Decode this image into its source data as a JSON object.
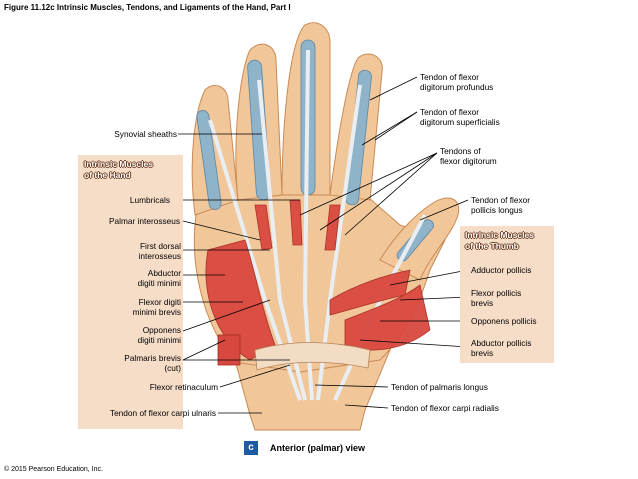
{
  "figure_title": "Figure 11.12c Intrinsic Muscles, Tendons, and Ligaments of the Hand, Part I",
  "copyright": "© 2015 Pearson Education, Inc.",
  "view_label": "Anterior (palmar) view",
  "view_icon": "c",
  "group_boxes": {
    "hand_title_1": "Intrinsic Muscles",
    "hand_title_2": "of the Hand",
    "thumb_title_1": "Intrinsic Muscles",
    "thumb_title_2": "of the Thumb"
  },
  "labels_left": {
    "synovial_sheaths": "Synovial sheaths",
    "lumbricals": "Lumbricals",
    "palmar_interosseus": "Palmar interosseus",
    "first_dorsal_1": "First dorsal",
    "first_dorsal_2": "interosseus",
    "abductor_dm_1": "Abductor",
    "abductor_dm_2": "digiti minimi",
    "flexor_dmb_1": "Flexor digiti",
    "flexor_dmb_2": "minimi brevis",
    "opponens_dm_1": "Opponens",
    "opponens_dm_2": "digiti minimi",
    "palmaris_brevis_1": "Palmaris brevis",
    "palmaris_brevis_2": "(cut)",
    "flexor_retinaculum": "Flexor retinaculum",
    "tendon_fcu": "Tendon of flexor carpi ulnaris"
  },
  "labels_right": {
    "tfdp_1": "Tendon of flexor",
    "tfdp_2": "digitorum profundus",
    "tfds_1": "Tendon of flexor",
    "tfds_2": "digitorum superficialis",
    "tfd_1": "Tendons of",
    "tfd_2": "flexor digitorum",
    "tfpl_1": "Tendon of flexor",
    "tfpl_2": "pollicis longus",
    "adductor_pollicis": "Adductor pollicis",
    "fpb_1": "Flexor pollicis",
    "fpb_2": "brevis",
    "opponens_pollicis": "Opponens pollicis",
    "apb_1": "Abductor pollicis",
    "apb_2": "brevis",
    "tendon_palmaris_longus": "Tendon of palmaris longus",
    "tendon_fcr": "Tendon of flexor carpi radialis"
  },
  "colors": {
    "skin": "#f1c79a",
    "skin_dark": "#d99f68",
    "muscle": "#d9483f",
    "muscle_light": "#e8796c",
    "tendon": "#dfe6ec",
    "sheath": "#8fb3c9",
    "box": "#f6ddc8"
  }
}
